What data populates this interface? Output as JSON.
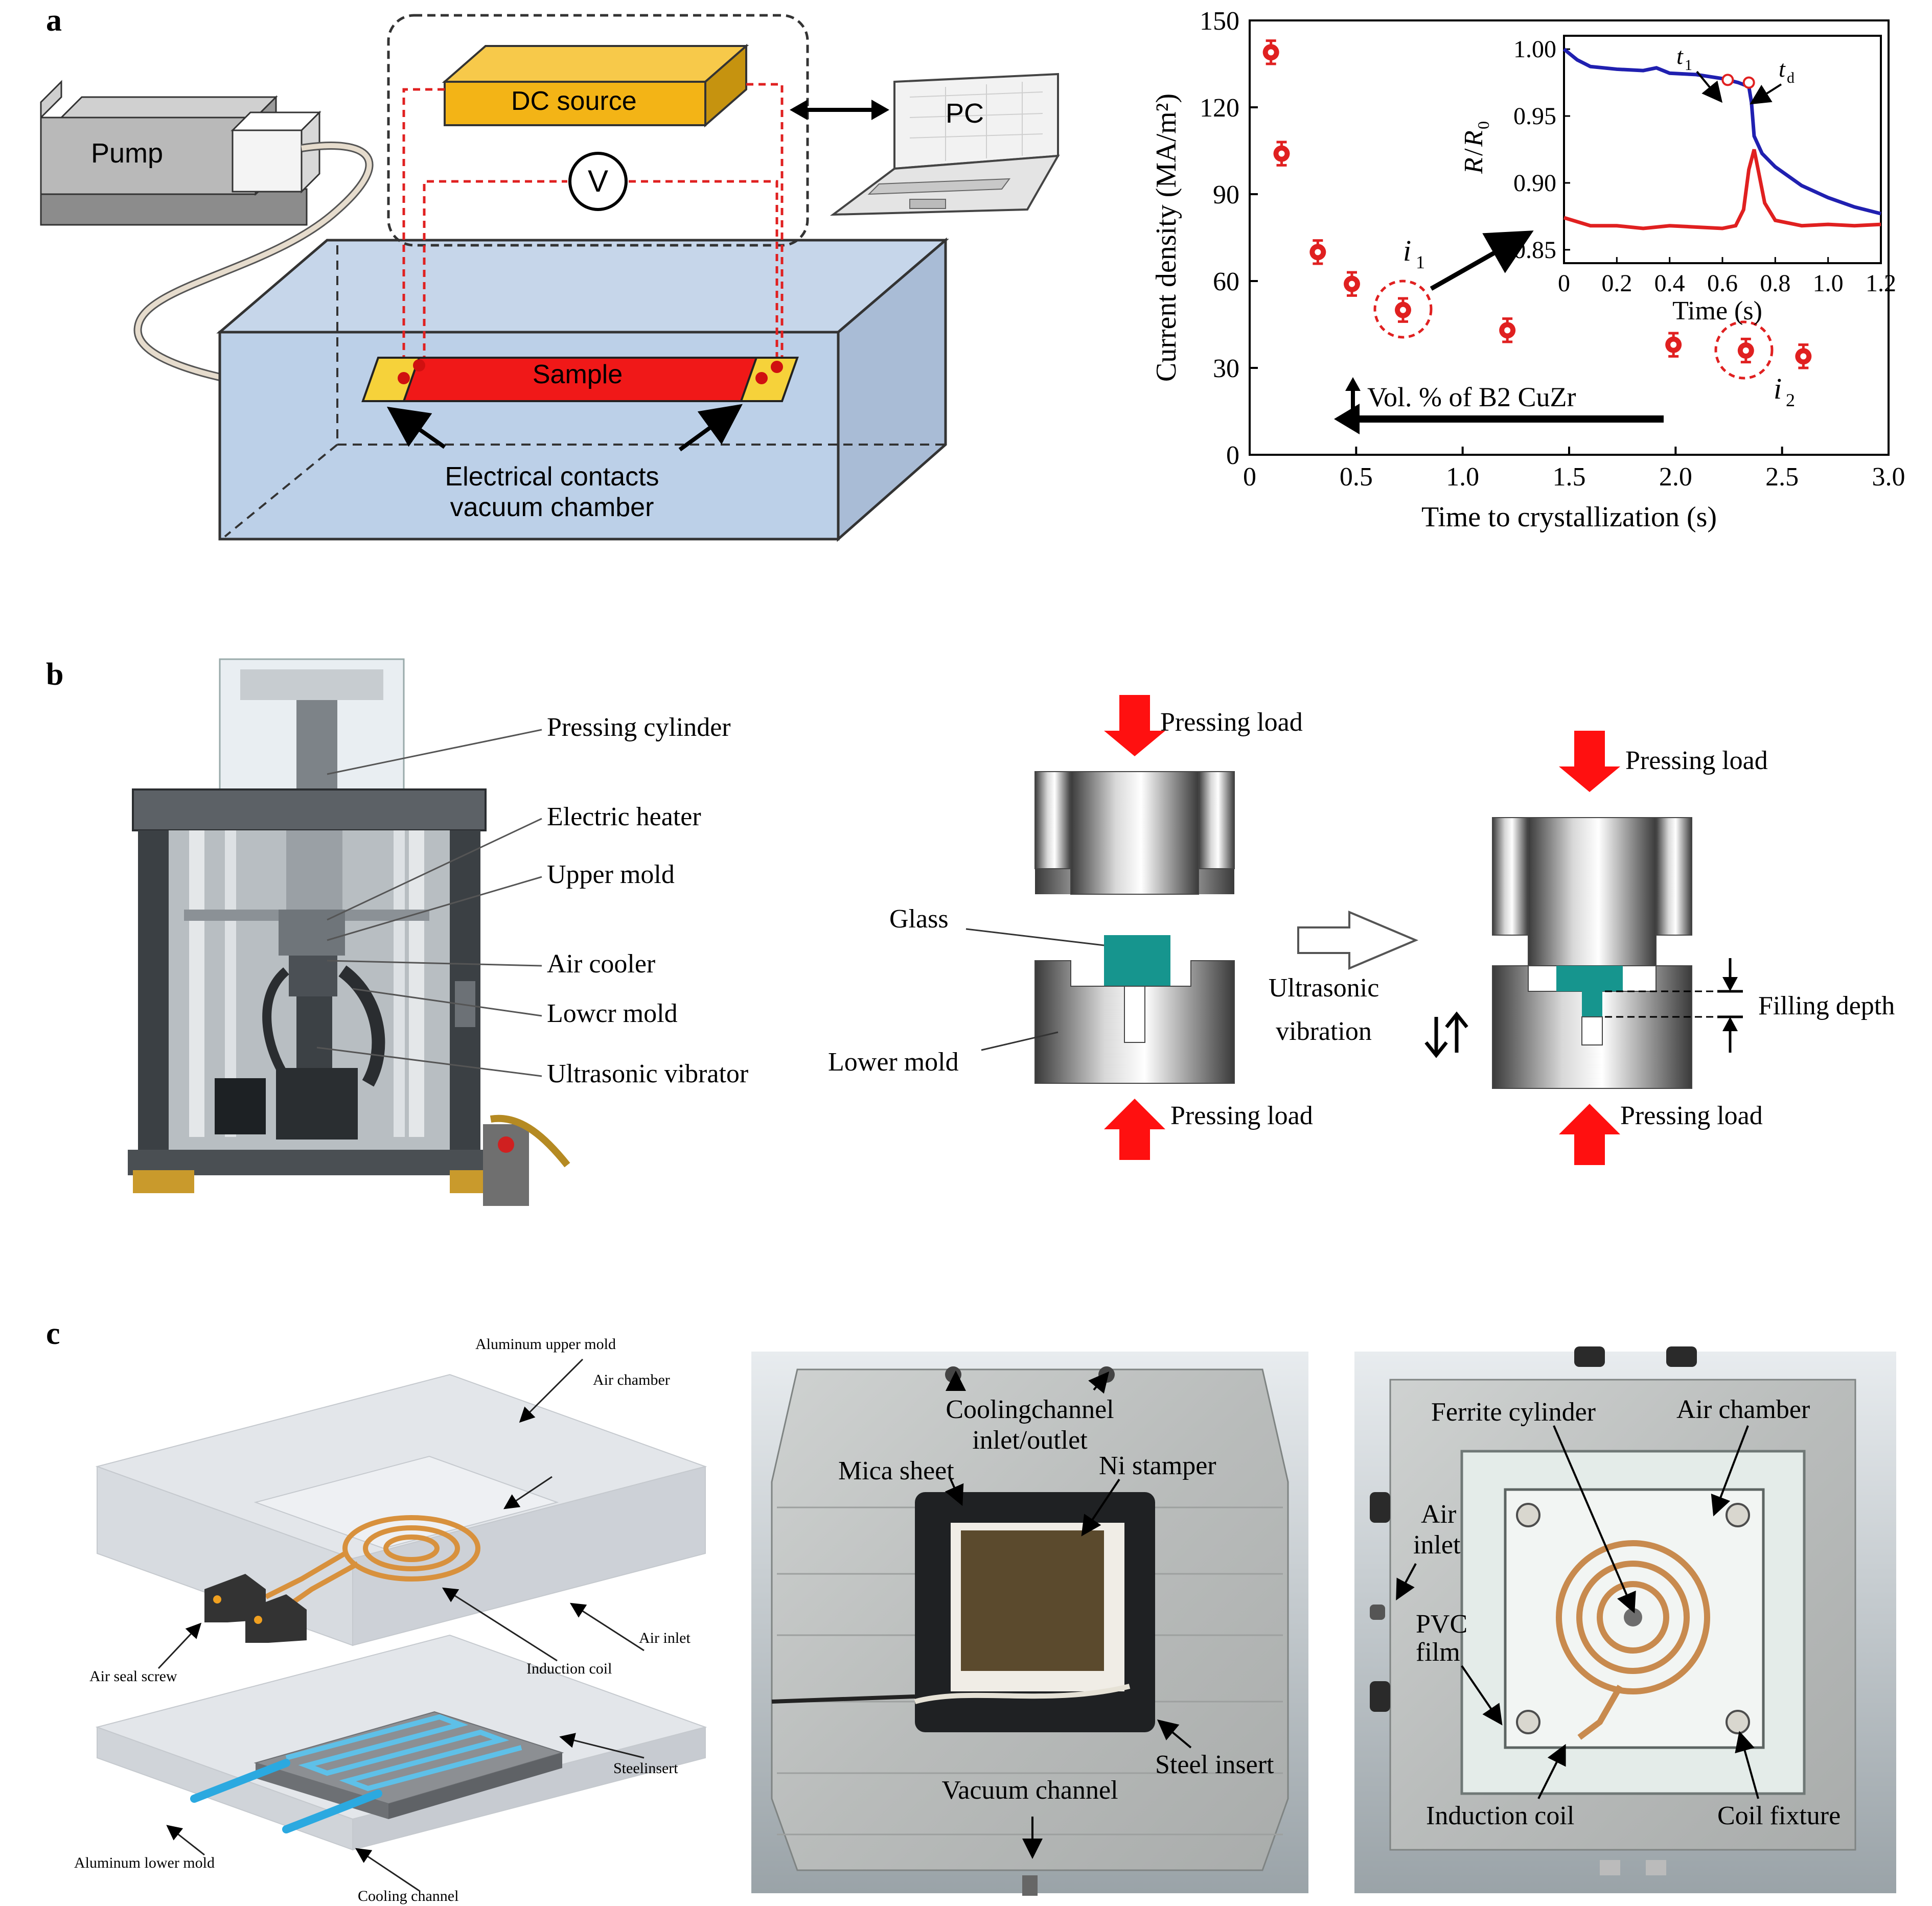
{
  "panel_letters": {
    "a": "a",
    "b": "b",
    "c": "c"
  },
  "panel_a": {
    "pump": "Pump",
    "dc_source": "DC source",
    "pc": "PC",
    "voltmeter": "V",
    "sample": "Sample",
    "contacts_line1": "Electrical contacts",
    "contacts_line2": "vacuum chamber"
  },
  "chart_data": [
    {
      "type": "scatter",
      "xlabel": "Time to crystallization (s)",
      "ylabel": "Current density (MA/m²)",
      "xlim": [
        0,
        3.0
      ],
      "ylim": [
        0,
        150
      ],
      "xticks": [
        "0",
        "0.5",
        "1.0",
        "1.5",
        "2.0",
        "2.5",
        "3.0"
      ],
      "yticks": [
        "0",
        "30",
        "60",
        "90",
        "120",
        "150"
      ],
      "series": [
        {
          "x": [
            0.1,
            0.15,
            0.32,
            0.48,
            0.72,
            1.21,
            1.99,
            2.33,
            2.6
          ],
          "y": [
            139,
            104,
            70,
            59,
            50,
            43,
            38,
            36,
            34
          ],
          "err": [
            4,
            4,
            4,
            4,
            4,
            4,
            4,
            4,
            4
          ]
        }
      ],
      "annotations": {
        "i1": "i",
        "i1_sub": "1",
        "i2": "i",
        "i2_sub": "2",
        "arrow_text": "Vol. % of B2 CuZr"
      },
      "marker_color": "#e02020"
    },
    {
      "type": "line",
      "xlabel": "Time (s)",
      "ylabel_main": "R",
      "ylabel_slash": "/",
      "ylabel_r0": "R",
      "ylabel_r0_sub": "0",
      "xlim": [
        0,
        1.2
      ],
      "ylim": [
        0.84,
        1.01
      ],
      "xticks": [
        "0",
        "0.2",
        "0.4",
        "0.6",
        "0.8",
        "1.0",
        "1.2"
      ],
      "yticks": [
        "0.85",
        "0.90",
        "0.95",
        "1.00"
      ],
      "series": [
        {
          "color": "#2020b0",
          "x": [
            0,
            0.05,
            0.1,
            0.2,
            0.3,
            0.35,
            0.4,
            0.5,
            0.6,
            0.66,
            0.7,
            0.71,
            0.72,
            0.75,
            0.8,
            0.9,
            1.0,
            1.1,
            1.2
          ],
          "y": [
            1.0,
            0.992,
            0.987,
            0.985,
            0.984,
            0.986,
            0.982,
            0.981,
            0.978,
            0.975,
            0.972,
            0.96,
            0.935,
            0.922,
            0.912,
            0.898,
            0.889,
            0.882,
            0.877
          ]
        },
        {
          "color": "#e02020",
          "x": [
            0,
            0.05,
            0.1,
            0.2,
            0.3,
            0.4,
            0.5,
            0.6,
            0.65,
            0.68,
            0.7,
            0.72,
            0.74,
            0.76,
            0.8,
            0.9,
            1.0,
            1.1,
            1.2
          ],
          "y": [
            0.874,
            0.871,
            0.868,
            0.868,
            0.866,
            0.868,
            0.867,
            0.866,
            0.868,
            0.88,
            0.91,
            0.925,
            0.905,
            0.885,
            0.872,
            0.868,
            0.869,
            0.868,
            0.869
          ]
        }
      ],
      "points": {
        "t1_x": 0.62,
        "t1_y": 0.977,
        "td_x": 0.7,
        "td_y": 0.975
      },
      "labels": {
        "t1": "t",
        "t1_sub": "1",
        "td": "t",
        "td_sub": "d"
      }
    }
  ],
  "panel_b": {
    "photo_labels": [
      "Pressing cylinder",
      "Electric heater",
      "Upper mold",
      "Air cooler",
      "Lowcr mold",
      "Ultrasonic vibrator"
    ],
    "pressing_load": "Pressing load",
    "glass": "Glass",
    "lower_mold": "Lower mold",
    "ultrasonic_line1": "Ultrasonic",
    "ultrasonic_line2": "vibration",
    "filling_depth": "Filling depth",
    "glass_color": "#16958e"
  },
  "panel_c": {
    "diagram_labels": {
      "upper_mold": "Aluminum upper mold",
      "air_chamber": "Air chamber",
      "air_inlet": "Air inlet",
      "induction_coil": "Induction coil",
      "air_seal_screw": "Air seal screw",
      "steel_insert": "Steelinsert",
      "lower_mold": "Aluminum lower mold",
      "cooling_channel": "Cooling channel"
    },
    "photo1_labels": {
      "cooling_line1": "Coolingchannel",
      "cooling_line2": "inlet/outlet",
      "mica": "Mica sheet",
      "ni": "Ni stamper",
      "steel": "Steel insert",
      "vacuum": "Vacuum channel"
    },
    "photo2_labels": {
      "ferrite": "Ferrite cylinder",
      "air_chamber": "Air chamber",
      "air_inlet_line1": "Air",
      "air_inlet_line2": "inlet",
      "pvc_line1": "PVC",
      "pvc_line2": "film",
      "induction": "Induction coil",
      "fixture": "Coil fixture"
    }
  }
}
